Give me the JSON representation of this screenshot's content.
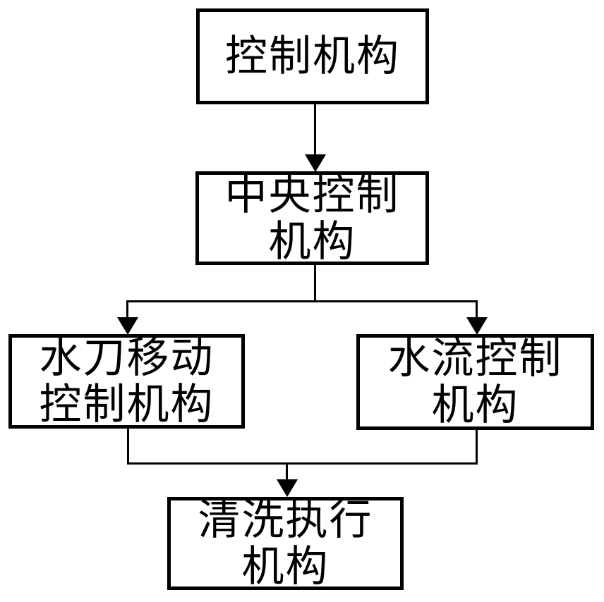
{
  "diagram": {
    "type": "flowchart",
    "background_color": "#ffffff",
    "line_color": "#000000",
    "box_fill_color": "#ffffff",
    "box_border_color": "#000000",
    "boxes": [
      {
        "id": "control",
        "lines": [
          "控制机构"
        ]
      },
      {
        "id": "central-control",
        "lines": [
          "中央控制",
          "机构"
        ]
      },
      {
        "id": "water-jet-movement-control",
        "lines": [
          "水刀移动",
          "控制机构"
        ]
      },
      {
        "id": "water-flow-control",
        "lines": [
          "水流控制",
          "机构"
        ]
      },
      {
        "id": "cleaning-execution",
        "lines": [
          "清洗执行",
          "机构"
        ]
      }
    ],
    "connections": [
      {
        "from": "control",
        "to": "central-control"
      },
      {
        "from": "central-control",
        "to": "water-jet-movement-control"
      },
      {
        "from": "central-control",
        "to": "water-flow-control"
      },
      {
        "from": "water-jet-movement-control",
        "to": "cleaning-execution"
      },
      {
        "from": "water-flow-control",
        "to": "cleaning-execution"
      }
    ]
  }
}
